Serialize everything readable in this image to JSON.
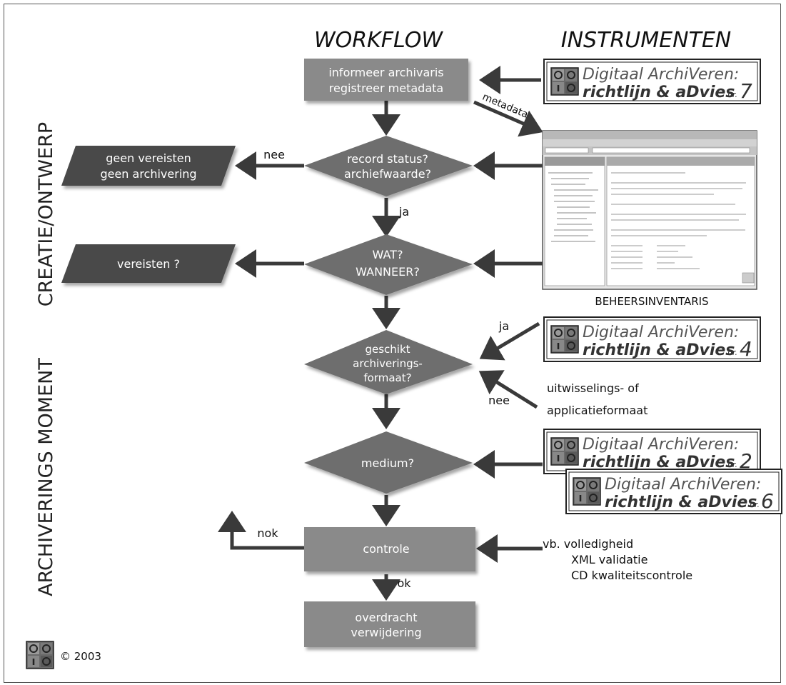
{
  "headers": {
    "workflow": "WORKFLOW",
    "instruments": "INSTRUMENTEN"
  },
  "phases": {
    "creation": "CREATIE/ONTWERP",
    "archiving": "ARCHIVERINGS MOMENT"
  },
  "workflow": {
    "inform_line1": "informeer archivaris",
    "inform_line2": "registreer metadata",
    "status_line1": "record status?",
    "status_line2": "archiefwaarde?",
    "what_line1": "WAT?",
    "what_line2": "WANNEER?",
    "format_line1": "geschikt",
    "format_line2": "archiverings-",
    "format_line3": "formaat?",
    "medium": "medium?",
    "control": "controle",
    "transfer_line1": "overdracht",
    "transfer_line2": "verwijdering"
  },
  "outputs": {
    "no_requirements_line1": "geen vereisten",
    "no_requirements_line2": "geen archivering",
    "requirements": "vereisten ?"
  },
  "edge_labels": {
    "nee_status": "nee",
    "ja_status": "ja",
    "metadata": "metadata",
    "ja_format": "ja",
    "nee_format": "nee",
    "nok": "nok",
    "ok": "ok"
  },
  "instruments": {
    "guide_line1": "Digitaal ArchiVeren:",
    "guide_line2": "richtlijn & aDvies",
    "nr_prefix": "nr.",
    "guide_numbers": [
      "7",
      "4",
      "2",
      "6"
    ],
    "inventory_label": "BEHEERSINVENTARIS",
    "format_note_line1": "uitwisselings- of",
    "format_note_line2": "applicatieformaat",
    "control_note_line1": "vb. volledigheid",
    "control_note_line2": "XML validatie",
    "control_note_line3": "CD kwaliteitscontrole"
  },
  "copyright": "© 2003",
  "colors": {
    "box": "#8a8a8a",
    "diamond": "#6e6e6e",
    "dark": "#4a4a4a",
    "arrow": "#3a3a3a"
  }
}
